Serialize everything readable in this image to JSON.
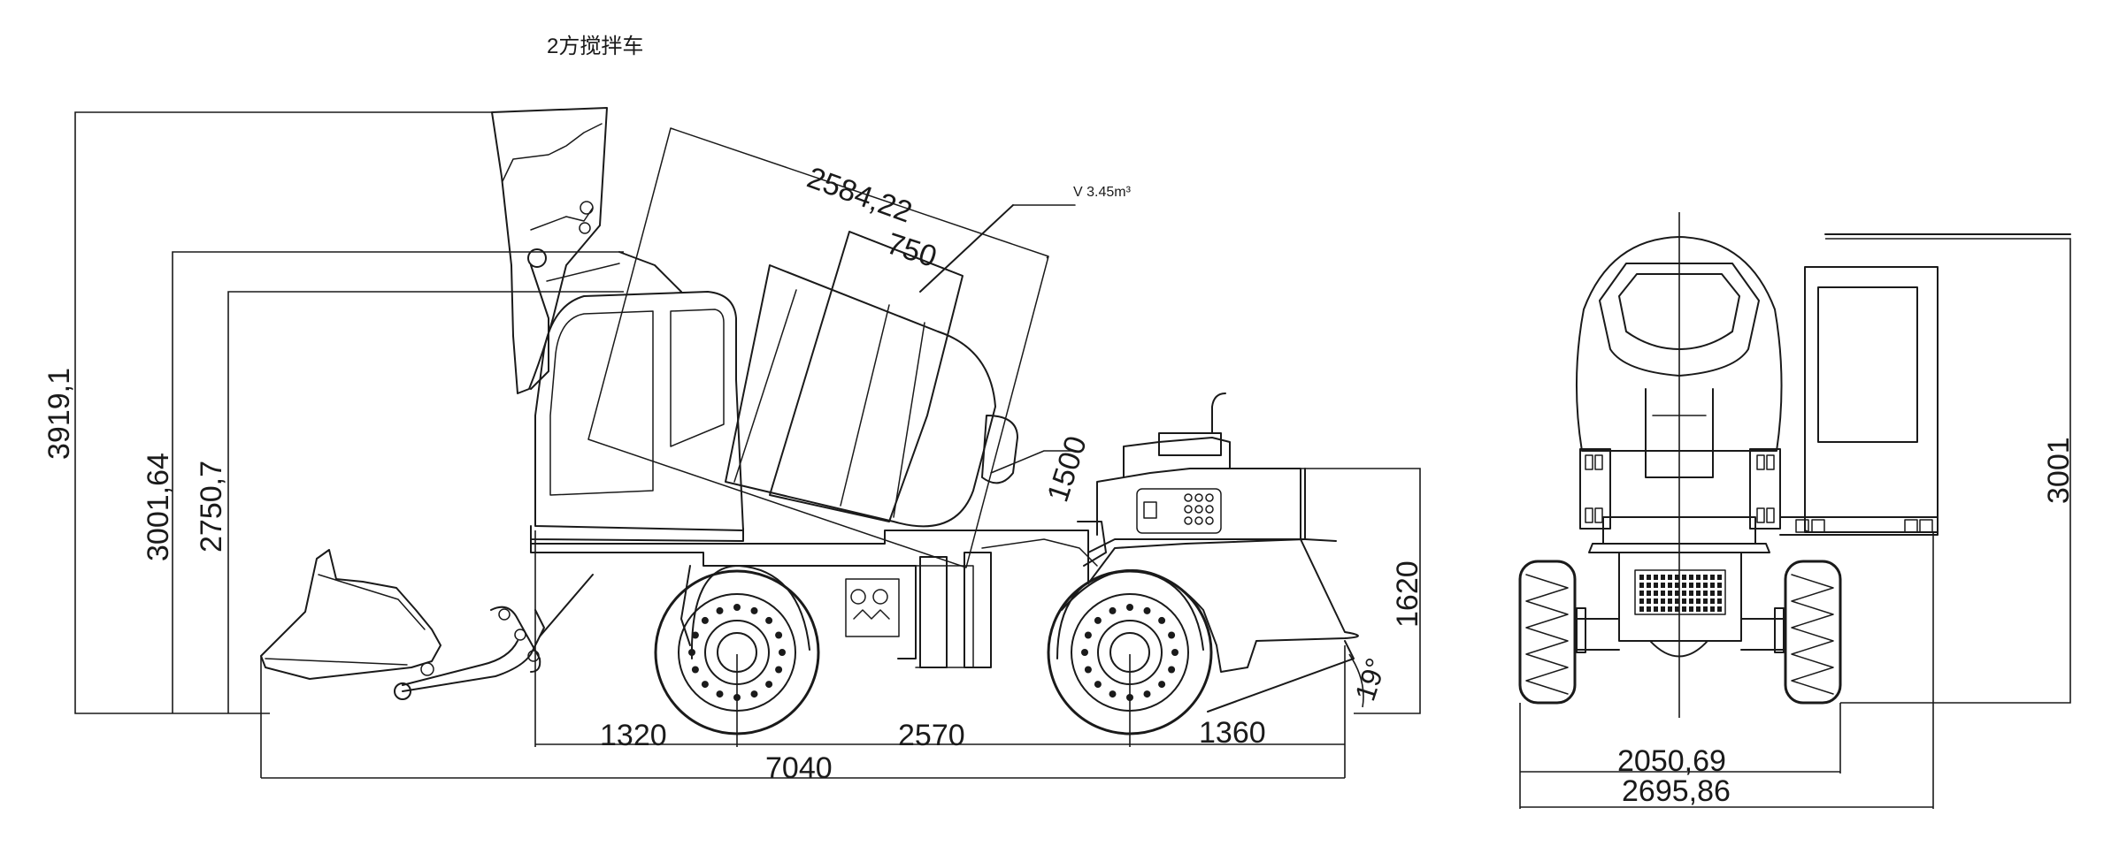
{
  "title": "2方搅拌车",
  "volume_label": "V  3.45m³",
  "side_view": {
    "heights": [
      "3919,1",
      "3001,64",
      "2750,7"
    ],
    "drum_length": "2584,22",
    "drum_top": "750",
    "drum_diameter": "1500",
    "hood_height": "1620",
    "angle": "19°",
    "front_overhang": "1320",
    "wheelbase": "2570",
    "rear_overhang": "1360",
    "total_length": "7040"
  },
  "rear_view": {
    "height": "3001",
    "track": "2050,69",
    "total_width": "2695,86"
  }
}
